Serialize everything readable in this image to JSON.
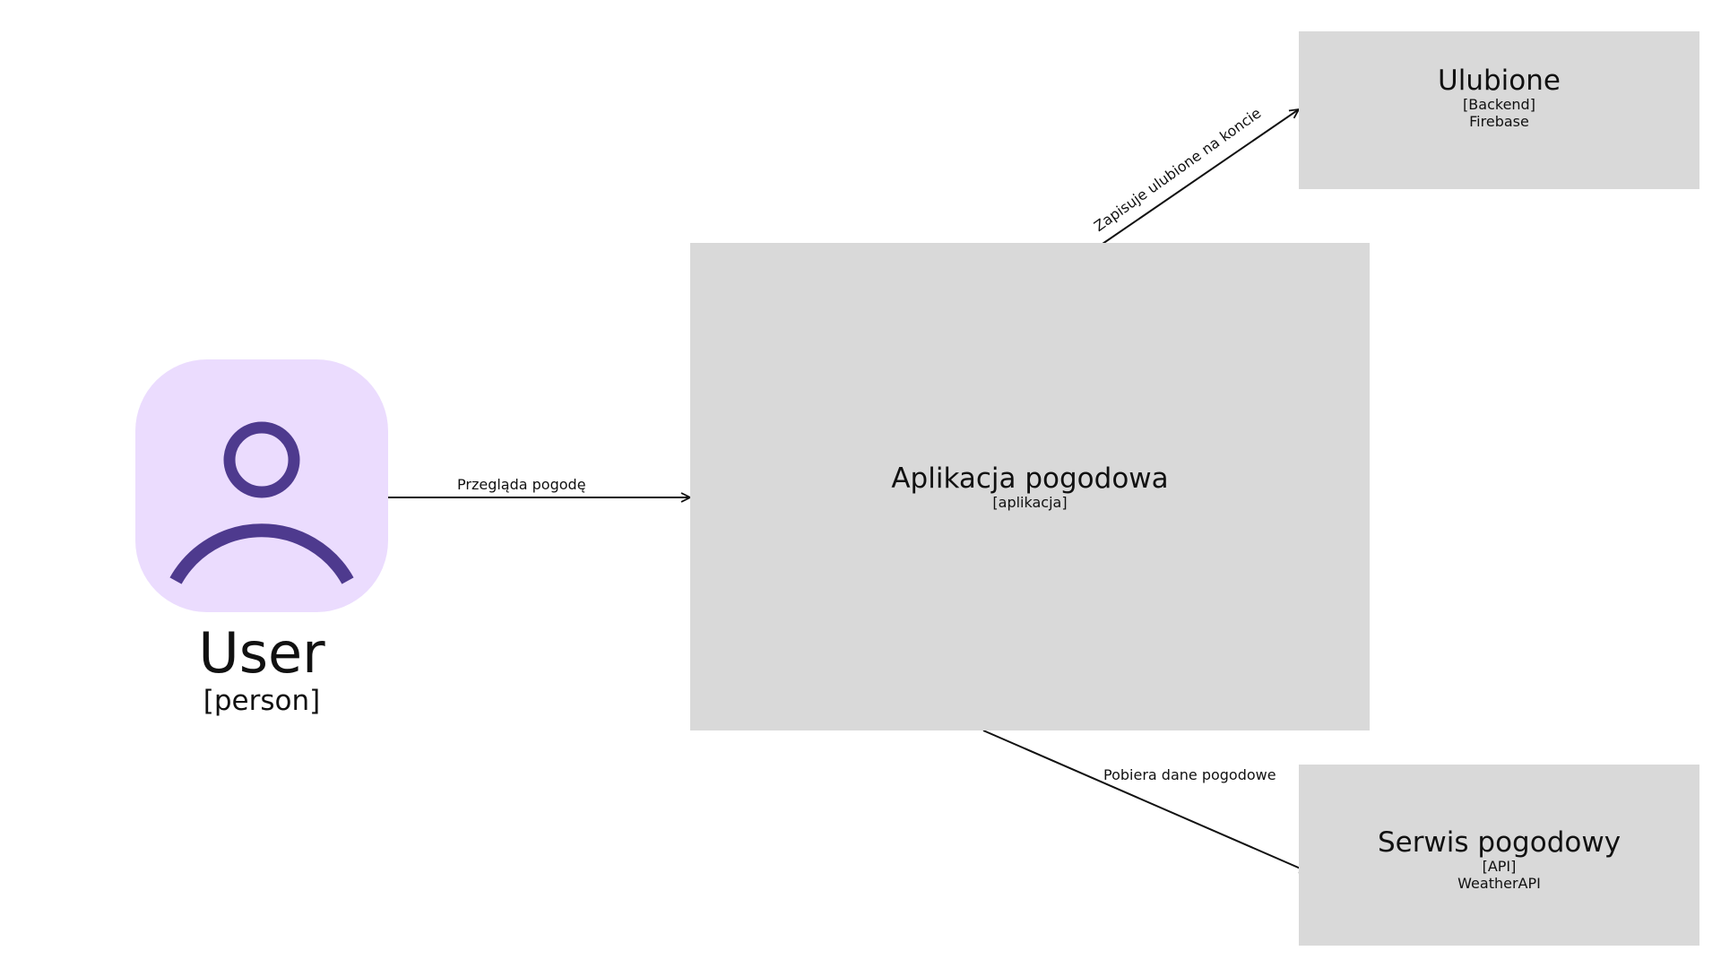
{
  "nodes": {
    "user": {
      "title": "User",
      "subtitle": "[person]",
      "icon": "person-icon",
      "card_color": "#ebdcfe",
      "icon_color": "#4e3a8e"
    },
    "app": {
      "title": "Aplikacja pogodowa",
      "subtitle": "[aplikacja]"
    },
    "ulubione": {
      "title": "Ulubione",
      "subtitle": "[Backend]",
      "technology": "Firebase"
    },
    "serwis": {
      "title": "Serwis pogodowy",
      "subtitle": "[API]",
      "technology": "WeatherAPI"
    }
  },
  "edges": [
    {
      "from": "user",
      "to": "app",
      "label": "Przegląda pogodę"
    },
    {
      "from": "app",
      "to": "ulubione",
      "label": "Zapisuje ulubione na koncie"
    },
    {
      "from": "app",
      "to": "serwis",
      "label": "Pobiera dane pogodowe"
    }
  ],
  "colors": {
    "box_fill": "#d9d9d9",
    "line": "#111111"
  }
}
